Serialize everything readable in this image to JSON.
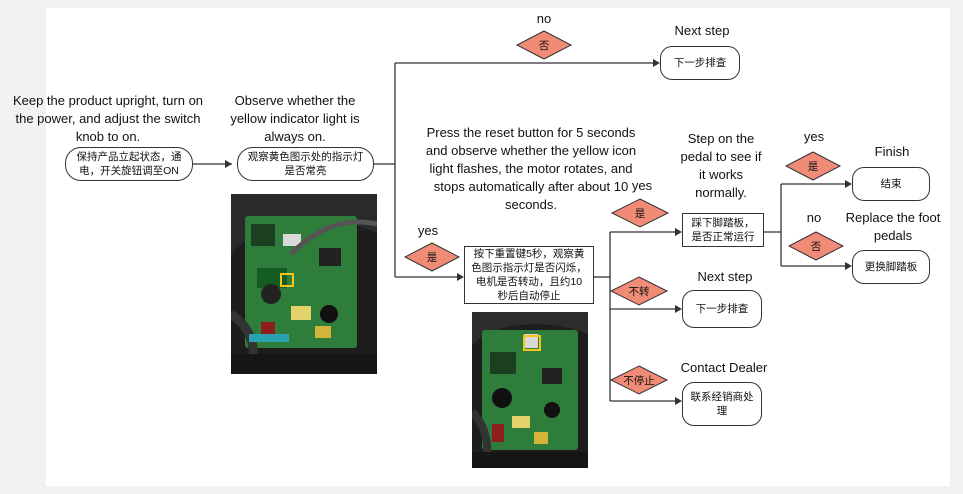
{
  "captions": {
    "start": "Keep the product upright, turn on the power, and adjust the switch knob to on.",
    "observe": "Observe whether the yellow indicator light is always on.",
    "reset": "Press the reset button for 5 seconds and observe whether the yellow icon light flashes, the motor rotates, and stops automatically after about 10 seconds.",
    "pedal": "Step on the pedal to see if it works normally.",
    "next_top": "Next step",
    "next_mid": "Next step",
    "finish": "Finish",
    "replace": "Replace the foot pedals",
    "dealer": "Contact Dealer",
    "no_top": "no",
    "yes_left": "yes",
    "yes_mid": "yes",
    "yes_right": "yes",
    "no_right": "no"
  },
  "boxes": {
    "start": "保持产品立起状态，通电，开关旋钮调至ON",
    "observe": "观察黄色图示处的指示灯是否常亮",
    "next_top": "下一步排查",
    "reset": "按下重置键5秒，观察黄色图示指示灯是否闪烁，电机是否转动，且约10秒后自动停止",
    "pedal": "踩下脚踏板，是否正常运行",
    "finish": "结束",
    "replace": "更换脚踏板",
    "next_mid": "下一步排查",
    "dealer": "联系经销商处理"
  },
  "decisions": {
    "top_no": "否",
    "left_yes": "是",
    "mid_yes": "是",
    "not_rotate": "不转",
    "not_stop": "不停止",
    "right_yes": "是",
    "right_no": "否"
  },
  "colors": {
    "diamond_fill": "#f08b77",
    "diamond_stroke": "#333333",
    "line": "#333333",
    "highlight": "#f5c518"
  }
}
